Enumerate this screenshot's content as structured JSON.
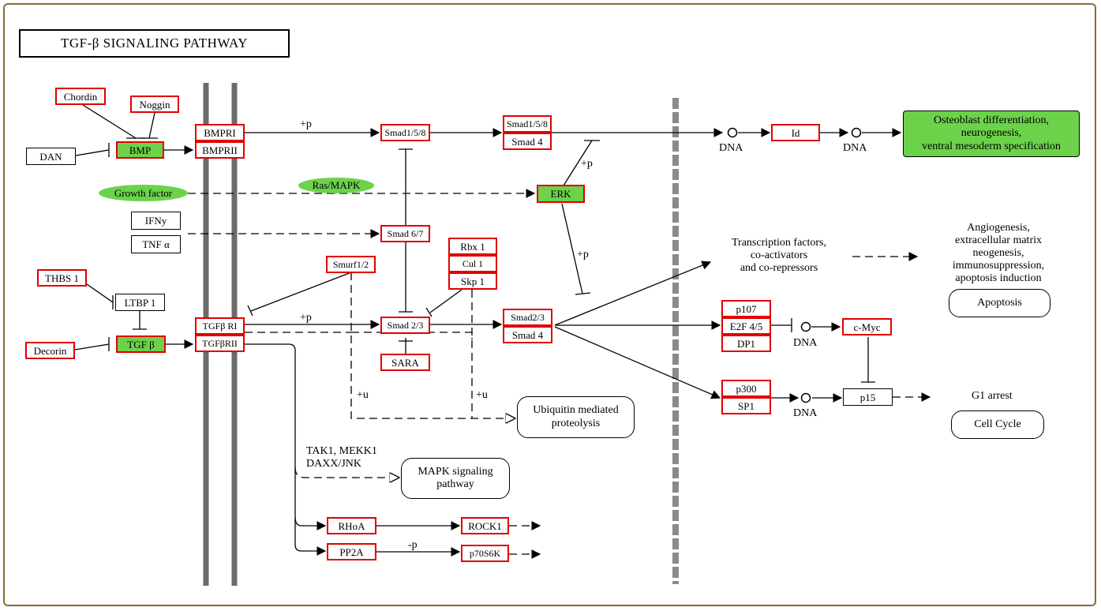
{
  "title": "TGF-β SIGNALING PATHWAY",
  "nodes": {
    "chordin": "Chordin",
    "noggin": "Noggin",
    "dan": "DAN",
    "bmp": "BMP",
    "bmpr1": "BMPRI",
    "bmpr2": "BMPRII",
    "smad158_a": "Smad1/5/8",
    "smad158_b": "Smad1/5/8",
    "smad4_a": "Smad 4",
    "id": "Id",
    "growth_factor": "Growth factor",
    "ras_mapk": "Ras/MAPK",
    "erk": "ERK",
    "ifny": "IFNy",
    "tnfa": "TNF α",
    "smad67": "Smad 6/7",
    "smurf12": "Smurf1/2",
    "rbx1": "Rbx 1",
    "cul1": "Cul 1",
    "skp1": "Skp 1",
    "thbs1": "THBS 1",
    "ltbp1": "LTBP 1",
    "decorin": "Decorin",
    "tgfb": "TGF β",
    "tgfbr1": "TGFβ RI",
    "tgfbr2": "TGFβRII",
    "smad23_a": "Smad 2/3",
    "sara": "SARA",
    "smad23_b": "Smad2/3",
    "smad4_b": "Smad 4",
    "p107": "p107",
    "e2f45": "E2F 4/5",
    "dp1": "DP1",
    "cmyc": "c-Myc",
    "p300": "p300",
    "sp1": "SP1",
    "p15": "p15",
    "rhoa": "RHoA",
    "rock1": "ROCK1",
    "pp2a": "PP2A",
    "p70s6k": "p70S6K"
  },
  "outcomes": {
    "osteoblast": [
      "Osteoblast differentiation,",
      "neurogenesis,",
      "ventral mesoderm specification"
    ],
    "transcription": [
      "Transcription factors,",
      "co-activators",
      "and co-repressors"
    ],
    "angiogenesis": [
      "Angiogenesis,",
      "extracellular matrix",
      "neogenesis,",
      "immunosuppression,",
      "apoptosis induction"
    ],
    "apoptosis": "Apoptosis",
    "g1_arrest": "G1 arrest",
    "cell_cycle": "Cell Cycle",
    "ubiquitin": [
      "Ubiquitin mediated",
      "proteolysis"
    ],
    "mapk_pathway": [
      "MAPK signaling",
      "pathway"
    ],
    "tak1": [
      "TAK1, MEKK1",
      "DAXX/JNK"
    ]
  },
  "labels": {
    "dna_1": "DNA",
    "dna_2": "DNA",
    "dna_3": "DNA",
    "dna_4": "DNA",
    "plus_p_1": "+p",
    "plus_p_2": "+p",
    "plus_p_3": "+p",
    "plus_p_4": "+p",
    "plus_u_1": "+u",
    "plus_u_2": "+u",
    "minus_p": "-p"
  },
  "colors": {
    "gene_border": "#e00000",
    "highlight": "#6cd24a",
    "membrane": "#6b6b6b",
    "frame": "#8a6a3a"
  }
}
